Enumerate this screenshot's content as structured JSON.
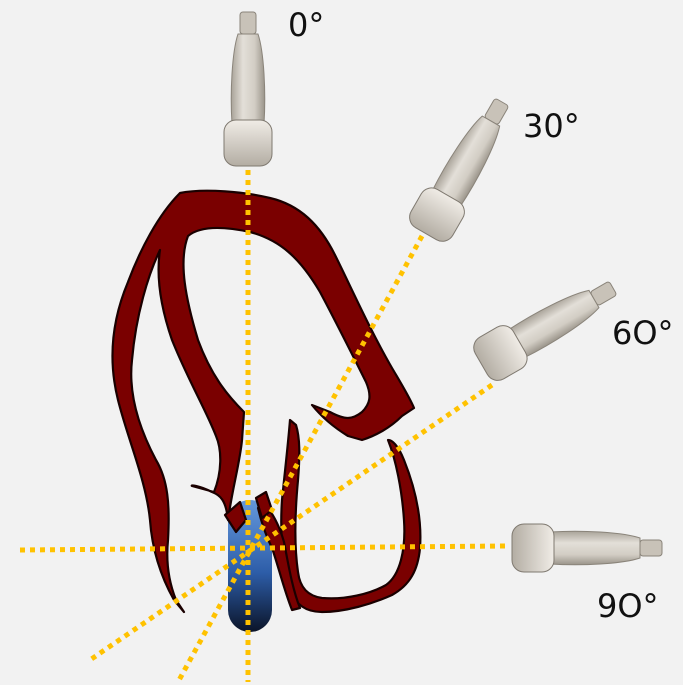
{
  "probes": [
    {
      "label": "0°"
    },
    {
      "label": "30°"
    },
    {
      "label": "6O°"
    },
    {
      "label": "9O°"
    }
  ],
  "colors": {
    "background": "#f2f2f2",
    "scan_line": "#ffc200",
    "heart_wall": "#7a0000",
    "heart_outline": "#1a0000",
    "probe_body": "#d9d4cc",
    "probe_shadow": "#a59f96",
    "esophagus_top": "#3b73c4",
    "esophagus_bottom": "#0d1830"
  }
}
